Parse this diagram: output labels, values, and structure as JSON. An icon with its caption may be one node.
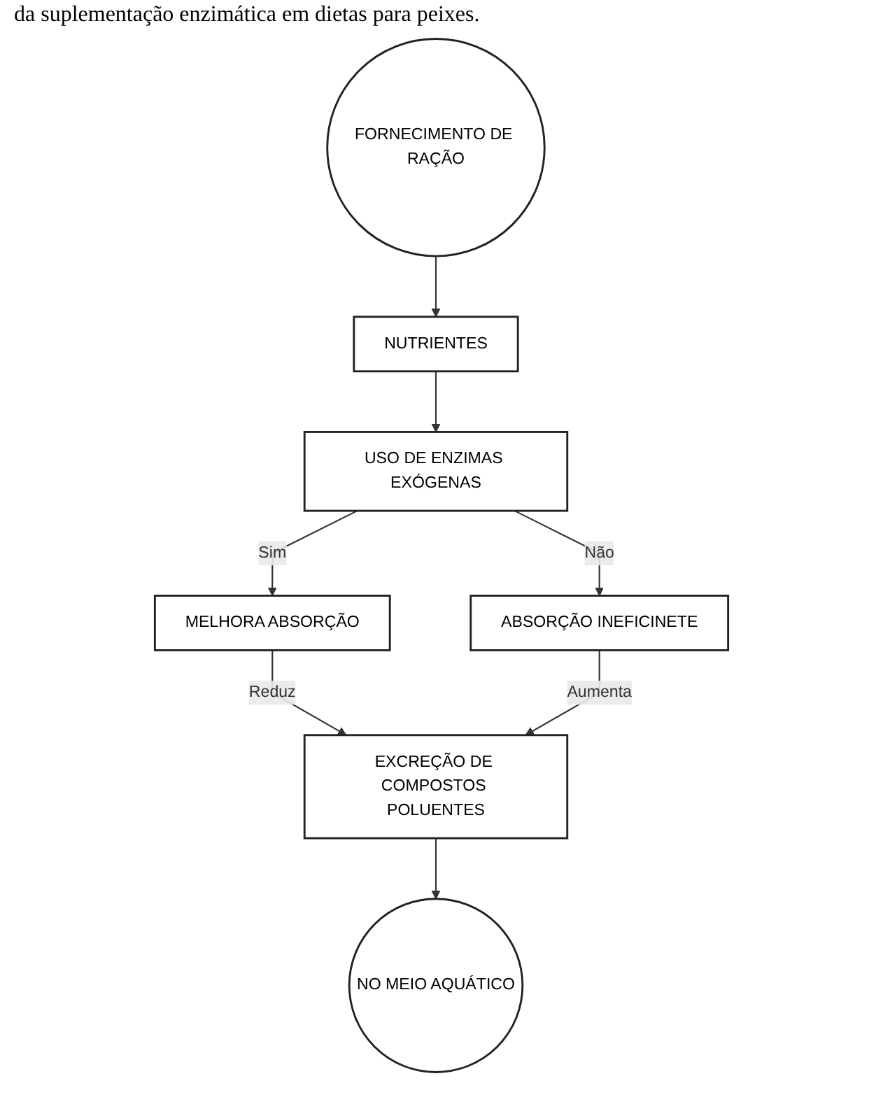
{
  "diagram": {
    "caption": "da suplementação enzimática em dietas para peixes.",
    "nodes": [
      {
        "text": [
          "FORNECIMENTO DE RAÇÃO"
        ]
      },
      {
        "text": [
          "NUTRIENTES"
        ]
      },
      {
        "text": [
          "USO DE ENZIMAS EXÓGENAS"
        ]
      },
      {
        "text": [
          "MELHORA ABSORÇÃO"
        ]
      },
      {
        "text": [
          "ABSORÇÃO INEFICINETE"
        ]
      },
      {
        "text": [
          "EXCREÇÃO DE COMPOSTOS POLUENTES"
        ]
      },
      {
        "text": [
          "NO MEIO AQUÁTICO"
        ]
      }
    ],
    "edges": [
      {
        "from": 0,
        "to": 1,
        "arrow": "to"
      },
      {
        "from": 1,
        "to": 2,
        "arrow": "to"
      },
      {
        "from": 2,
        "to": 3,
        "arrow": "to",
        "label": "Sim"
      },
      {
        "from": 2,
        "to": 4,
        "arrow": "to",
        "label": "Não"
      },
      {
        "from": 3,
        "to": 5,
        "arrow": "to",
        "label": "Reduz"
      },
      {
        "from": 4,
        "to": 5,
        "arrow": "to",
        "label": "Aumenta"
      },
      {
        "from": 5,
        "to": 6,
        "arrow": "to"
      }
    ]
  }
}
